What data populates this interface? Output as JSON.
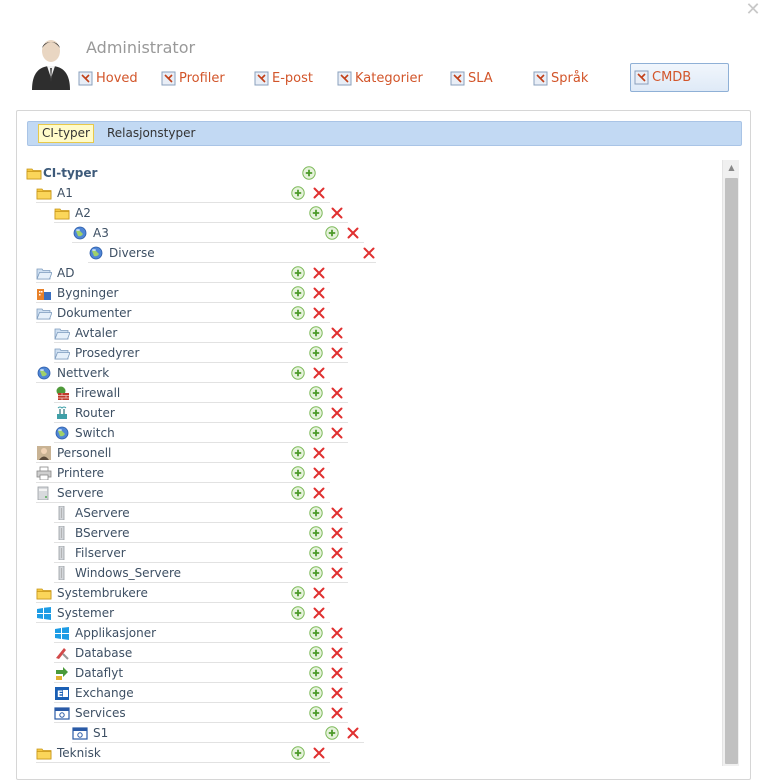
{
  "header": {
    "title": "Administrator",
    "tabs": [
      {
        "label": "Hoved",
        "active": false
      },
      {
        "label": "Profiler",
        "active": false
      },
      {
        "label": "E-post",
        "active": false
      },
      {
        "label": "Kategorier",
        "active": false
      },
      {
        "label": "SLA",
        "active": false
      },
      {
        "label": "Språk",
        "active": false
      },
      {
        "label": "CMDB",
        "active": true
      }
    ]
  },
  "subtabs": [
    {
      "label": "CI-typer",
      "active": true
    },
    {
      "label": "Relasjonstyper",
      "active": false
    }
  ],
  "tree": {
    "root": {
      "label": "CI-typer",
      "icon": "folder-icon"
    },
    "nodes": [
      {
        "label": "A1",
        "depth": 1,
        "icon": "folder-icon",
        "add": true,
        "del": true
      },
      {
        "label": "A2",
        "depth": 2,
        "icon": "folder-icon",
        "add": true,
        "del": true
      },
      {
        "label": "A3",
        "depth": 3,
        "icon": "globe-icon",
        "add": true,
        "del": true
      },
      {
        "label": "Diverse",
        "depth": 4,
        "icon": "globe-icon",
        "add": false,
        "del": true
      },
      {
        "label": "AD",
        "depth": 1,
        "icon": "folder-open-icon",
        "add": true,
        "del": true
      },
      {
        "label": "Bygninger",
        "depth": 1,
        "icon": "building-icon",
        "add": true,
        "del": true
      },
      {
        "label": "Dokumenter",
        "depth": 1,
        "icon": "folder-open-icon",
        "add": true,
        "del": true
      },
      {
        "label": "Avtaler",
        "depth": 2,
        "icon": "folder-open-icon",
        "add": true,
        "del": true
      },
      {
        "label": "Prosedyrer",
        "depth": 2,
        "icon": "folder-open-icon",
        "add": true,
        "del": true
      },
      {
        "label": "Nettverk",
        "depth": 1,
        "icon": "globe-icon",
        "add": true,
        "del": true
      },
      {
        "label": "Firewall",
        "depth": 2,
        "icon": "firewall-icon",
        "add": true,
        "del": true
      },
      {
        "label": "Router",
        "depth": 2,
        "icon": "router-icon",
        "add": true,
        "del": true
      },
      {
        "label": "Switch",
        "depth": 2,
        "icon": "globe-icon",
        "add": true,
        "del": true
      },
      {
        "label": "Personell",
        "depth": 1,
        "icon": "person-icon",
        "add": true,
        "del": true
      },
      {
        "label": "Printere",
        "depth": 1,
        "icon": "printer-icon",
        "add": true,
        "del": true
      },
      {
        "label": "Servere",
        "depth": 1,
        "icon": "server-icon",
        "add": true,
        "del": true
      },
      {
        "label": "AServere",
        "depth": 2,
        "icon": "server-tower-icon",
        "add": true,
        "del": true
      },
      {
        "label": "BServere",
        "depth": 2,
        "icon": "server-tower-icon",
        "add": true,
        "del": true
      },
      {
        "label": "Filserver",
        "depth": 2,
        "icon": "server-tower-icon",
        "add": true,
        "del": true
      },
      {
        "label": "Windows_Servere",
        "depth": 2,
        "icon": "server-tower-icon",
        "add": true,
        "del": true
      },
      {
        "label": "Systembrukere",
        "depth": 1,
        "icon": "folder-icon",
        "add": true,
        "del": true
      },
      {
        "label": "Systemer",
        "depth": 1,
        "icon": "windows-icon",
        "add": true,
        "del": true
      },
      {
        "label": "Applikasjoner",
        "depth": 2,
        "icon": "windows-icon",
        "add": true,
        "del": true
      },
      {
        "label": "Database",
        "depth": 2,
        "icon": "database-icon",
        "add": true,
        "del": true
      },
      {
        "label": "Dataflyt",
        "depth": 2,
        "icon": "dataflow-icon",
        "add": true,
        "del": true
      },
      {
        "label": "Exchange",
        "depth": 2,
        "icon": "exchange-icon",
        "add": true,
        "del": true
      },
      {
        "label": "Services",
        "depth": 2,
        "icon": "window-icon",
        "add": true,
        "del": true
      },
      {
        "label": "S1",
        "depth": 3,
        "icon": "window-icon",
        "add": true,
        "del": true
      },
      {
        "label": "Teknisk",
        "depth": 1,
        "icon": "folder-icon",
        "add": true,
        "del": true
      }
    ]
  },
  "colors": {
    "accent": "#d2552a",
    "subtab_bar": "#c2d9f3",
    "add": "#5aaa3a",
    "delete": "#e03030"
  }
}
